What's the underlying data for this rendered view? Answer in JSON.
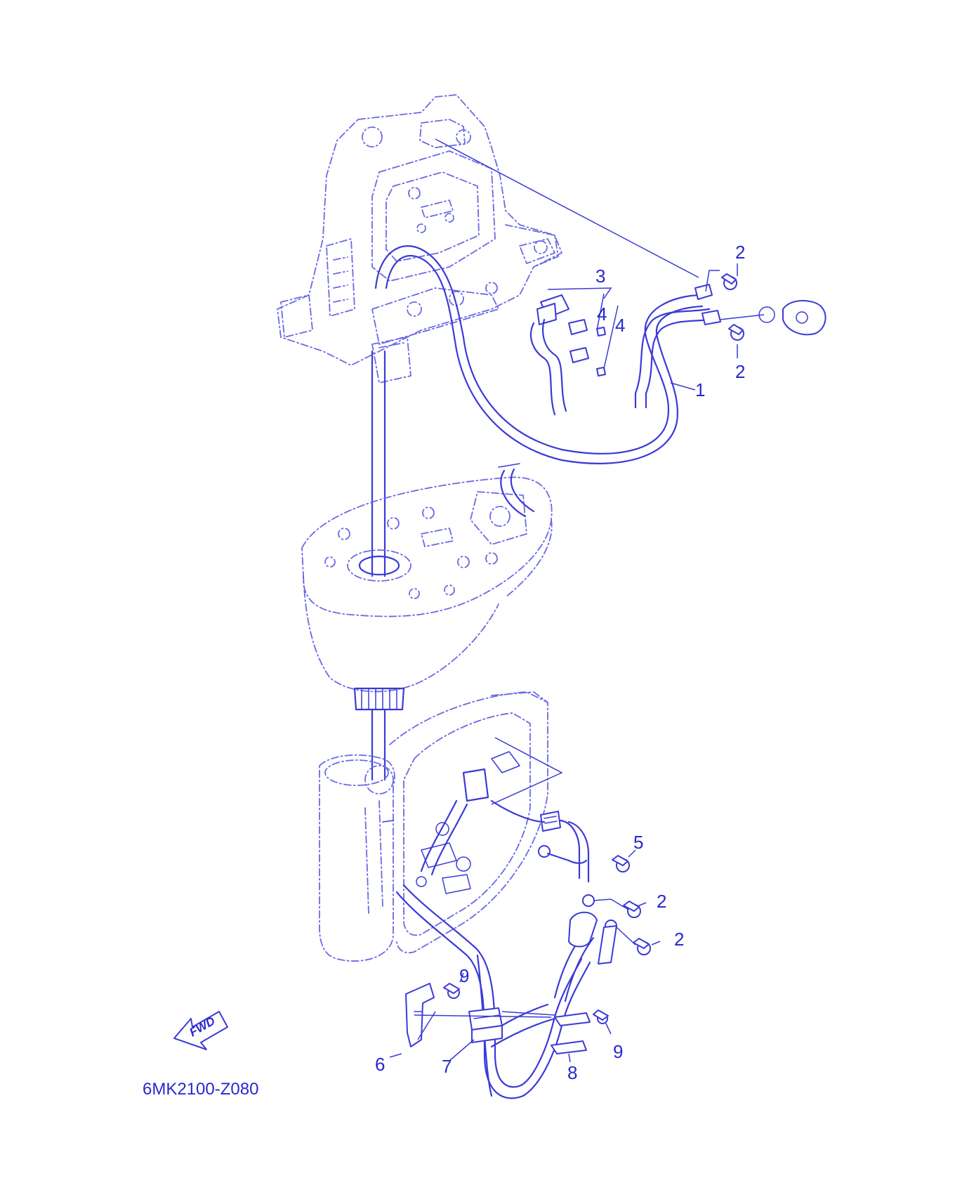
{
  "diagram": {
    "code": "6MK2100-Z080",
    "fwd_label": "FWD",
    "callouts": {
      "c1": "1",
      "c2a": "2",
      "c2b": "2",
      "c2c": "2",
      "c2d": "2",
      "c3": "3",
      "c4a": "4",
      "c4b": "4",
      "c5": "5",
      "c6": "6",
      "c7": "7",
      "c8": "8",
      "c9a": "9",
      "c9b": "9"
    },
    "colors": {
      "line": "#3a3ad8",
      "dashed": "#6a6ae6",
      "text": "#2828d0",
      "background": "#ffffff"
    }
  }
}
